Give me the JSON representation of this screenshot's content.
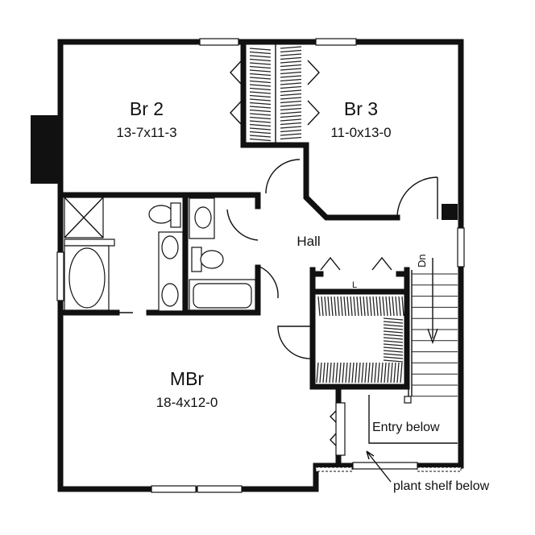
{
  "rooms": {
    "br2": {
      "name": "Br 2",
      "size": "13-7x11-3"
    },
    "br3": {
      "name": "Br 3",
      "size": "11-0x13-0"
    },
    "hall": {
      "name": "Hall"
    },
    "mbr": {
      "name": "MBr",
      "size": "18-4x12-0"
    }
  },
  "annotations": {
    "stairs_down": "Dn",
    "entry": "Entry below",
    "plant_shelf": "plant shelf below",
    "linen_shelf": "L"
  }
}
